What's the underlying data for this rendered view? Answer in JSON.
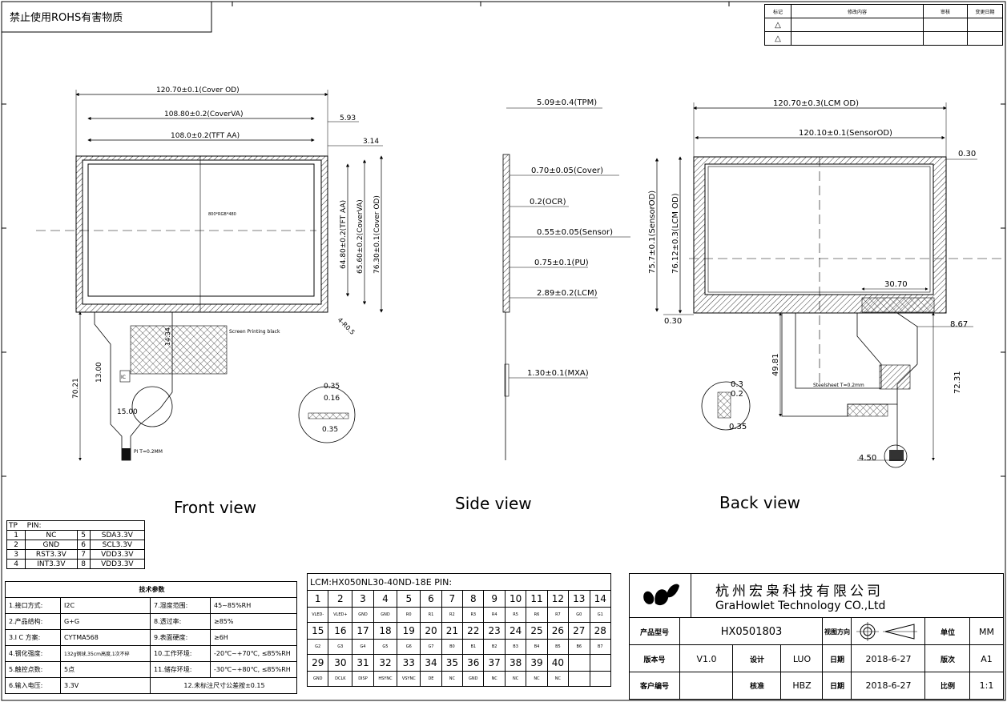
{
  "header": {
    "rohs_notice": "禁止使用ROHS有害物质"
  },
  "revision_table": {
    "headers": [
      "标记",
      "修改内容",
      "审核",
      "变更日期"
    ]
  },
  "front_view": {
    "title": "Front view",
    "dims": {
      "cover_od_w": "120.70±0.1(Cover OD)",
      "cover_va_w": "108.80±0.2(CoverVA)",
      "tft_aa_w": "108.0±0.2(TFT AA)",
      "offset_593": "5.93",
      "offset_314": "3.14",
      "tft_aa_h": "64.80±0.2(TFT AA)",
      "cover_va_h": "65.60±0.2(CoverVA)",
      "cover_od_h": "76.30±0.1(Cover OD)",
      "resolution": "800*RGB*480",
      "radius": "4-R0.5",
      "screen_printing": "Screen Printing black",
      "tail_len": "70.21",
      "dim_1300": "13.00",
      "dim_1500": "15.00",
      "dim_1434": "14.34",
      "ic_label": "IC",
      "pi_label": "PI T=0.2MM",
      "detail_035a": "0.35",
      "detail_016": "0.16",
      "detail_035b": "0.35"
    }
  },
  "side_view": {
    "title": "Side view",
    "dims": {
      "tpm": "5.09±0.4(TPM)",
      "cover": "0.70±0.05(Cover)",
      "ocr": "0.2(OCR)",
      "sensor": "0.55±0.05(Sensor)",
      "pu": "0.75±0.1(PU)",
      "lcm": "2.89±0.2(LCM)",
      "mxa": "1.30±0.1(MXA)"
    }
  },
  "back_view": {
    "title": "Back view",
    "dims": {
      "lcm_od_w": "120.70±0.3(LCM OD)",
      "sensor_od_w": "120.10±0.1(SensorOD)",
      "offset_030_top": "0.30",
      "sensor_od_h": "75.7±0.1(SensorOD)",
      "lcm_od_h": "76.12±0.3(LCM OD)",
      "offset_030_left": "0.30",
      "dim_3070": "30.70",
      "dim_867": "8.67",
      "dim_4981": "49.81",
      "dim_7231": "72.31",
      "steelsheet": "Steelsheet T=0.2mm",
      "dim_450": "4.50",
      "detail_03": "0.3",
      "detail_02": "0.2",
      "detail_035": "0.35"
    }
  },
  "tp_pin": {
    "header": [
      "TP",
      "PIN:"
    ],
    "rows": [
      [
        "1",
        "NC",
        "5",
        "SDA3.3V"
      ],
      [
        "2",
        "GND",
        "6",
        "SCL3.3V"
      ],
      [
        "3",
        "RST3.3V",
        "7",
        "VDD3.3V"
      ],
      [
        "4",
        "INT3.3V",
        "8",
        "VDD3.3V"
      ]
    ]
  },
  "spec": {
    "title": "技术参数",
    "rows": [
      [
        "1.接口方式:",
        "I2C",
        "7.湿度范围:",
        "45~85%RH"
      ],
      [
        "2.产品结构:",
        "G+G",
        "8.透过率:",
        "≥85%"
      ],
      [
        "3.I C 方案:",
        "CYTMA568",
        "9.表面硬度:",
        "≥6H"
      ],
      [
        "4.钢化强度:",
        "132g钢球,35cm高度,1次不碎",
        "10.工作环境:",
        "-20℃~+70℃, ≤85%RH"
      ],
      [
        "5.触控点数:",
        "5点",
        "11.储存环境:",
        "-30℃~+80℃, ≤85%RH"
      ],
      [
        "6.输入电压:",
        "3.3V",
        "12.未标注尺寸公差按±0.15",
        ""
      ]
    ]
  },
  "lcm_pin": {
    "title": "LCM:HX050NL30-40ND-18E PIN:",
    "nums1": [
      "1",
      "2",
      "3",
      "4",
      "5",
      "6",
      "7",
      "8",
      "9",
      "10",
      "11",
      "12",
      "13",
      "14"
    ],
    "sig1": [
      "VLED-",
      "VLED+",
      "GND",
      "GND",
      "R0",
      "R1",
      "R2",
      "R3",
      "R4",
      "R5",
      "R6",
      "R7",
      "G0",
      "G1"
    ],
    "nums2": [
      "15",
      "16",
      "17",
      "18",
      "19",
      "20",
      "21",
      "22",
      "23",
      "24",
      "25",
      "26",
      "27",
      "28"
    ],
    "sig2": [
      "G2",
      "G3",
      "G4",
      "G5",
      "G6",
      "G7",
      "B0",
      "B1",
      "B2",
      "B3",
      "B4",
      "B5",
      "B6",
      "B7"
    ],
    "nums3": [
      "29",
      "30",
      "31",
      "32",
      "33",
      "34",
      "35",
      "36",
      "37",
      "38",
      "39",
      "40",
      "",
      ""
    ],
    "sig3": [
      "GND",
      "DCLK",
      "DISP",
      "HSYNC",
      "VSYNC",
      "DE",
      "NC",
      "GND",
      "NC",
      "NC",
      "NC",
      "NC",
      "",
      ""
    ]
  },
  "title_block": {
    "company_cn": "杭州宏枭科技有限公司",
    "company_en": "GraHowlet Technology CO.,Ltd",
    "product_model_label": "产品型号",
    "product_model": "HX0501803",
    "view_dir_label": "视图方向",
    "unit_label": "单位",
    "unit": "MM",
    "version_label": "版本号",
    "version": "V1.0",
    "design_label": "设计",
    "designer": "LUO",
    "date_label": "日期",
    "date1": "2018-6-27",
    "edition_label": "版次",
    "edition": "A1",
    "customer_label": "客户编号",
    "approve_label": "核准",
    "approver": "HBZ",
    "date2": "2018-6-27",
    "scale_label": "比例",
    "scale": "1:1"
  }
}
